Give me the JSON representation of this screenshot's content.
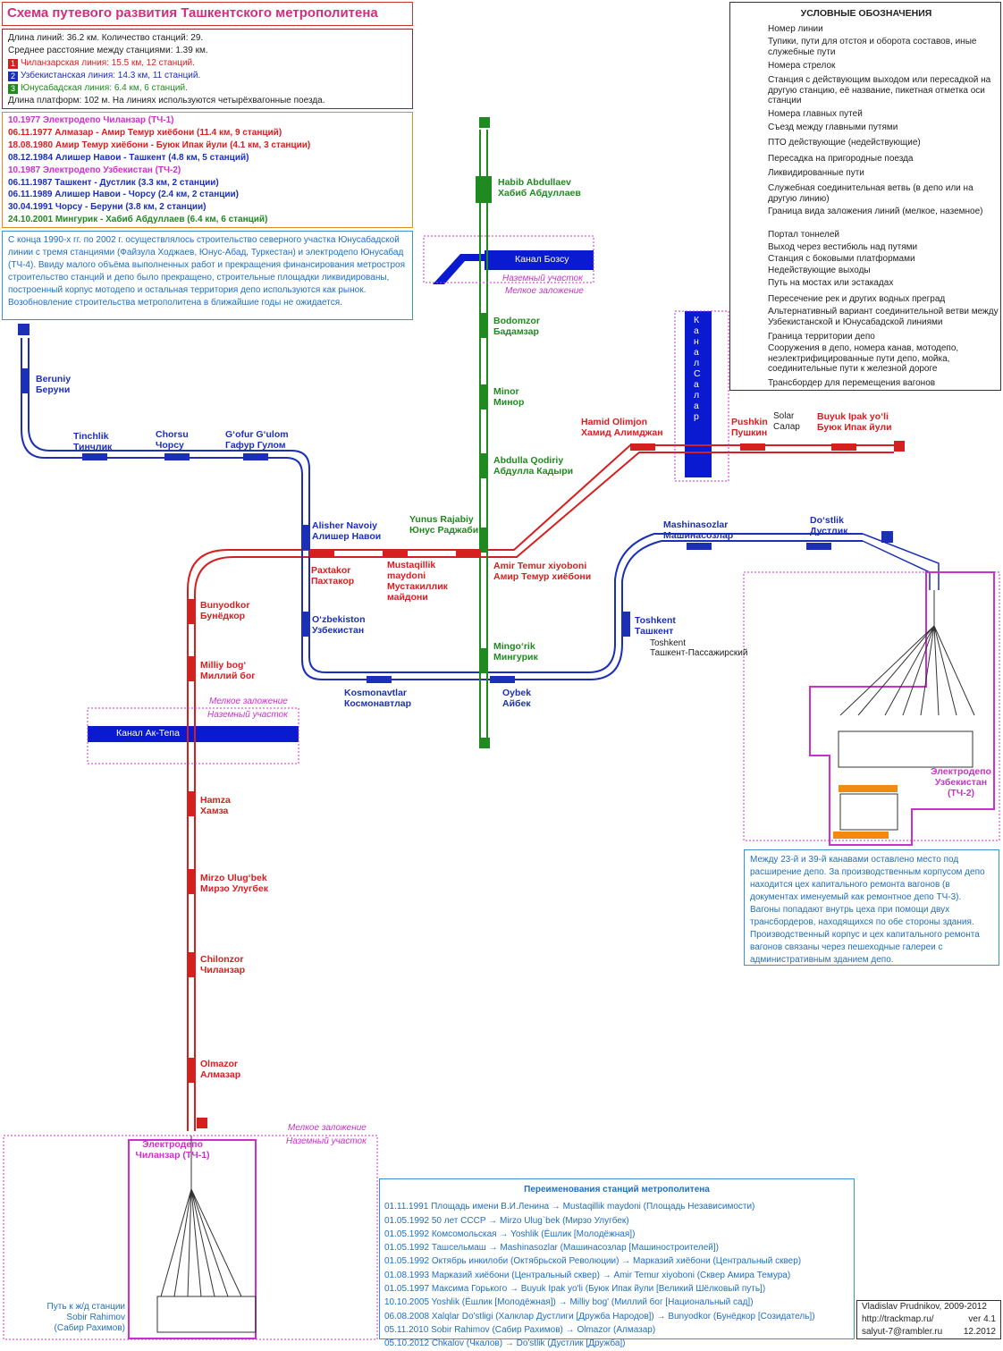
{
  "title": "Схема путевого развития Ташкентского метрополитена",
  "info": {
    "lengths": "Длина линий: 36.2 км. Количество станций: 29.",
    "avg": "Среднее расстояние между станциями: 1.39 км.",
    "line1": "Чиланзарская линия: 15.5 км, 12 станций.",
    "line2": "Узбекистанская линия: 14.3 км, 11 станций.",
    "line3": "Юнусабадская линия: 6.4 км, 6 станций.",
    "platform": "Длина платформ: 102 м. На линиях используются четырёхвагонные поезда.",
    "line1_num": "1",
    "line2_num": "2",
    "line3_num": "3"
  },
  "history": [
    {
      "text": "10.1977 Электродепо Чиланзар (ТЧ-1)",
      "color": "#cc30cc"
    },
    {
      "text": "06.11.1977 Алмазар - Амир Темур хиёбони (11.4 км, 9 станций)",
      "color": "#d52020"
    },
    {
      "text": "18.08.1980 Амир Темур хиёбони - Буюк Ипак йули (4.1 км, 3 станции)",
      "color": "#d52020"
    },
    {
      "text": "08.12.1984 Алишер Навои - Ташкент (4.8 км, 5 станций)",
      "color": "#1b2fb8"
    },
    {
      "text": "10.1987 Электродепо Узбекистан (ТЧ-2)",
      "color": "#cc30cc"
    },
    {
      "text": "06.11.1987 Ташкент - Дустлик (3.3 км, 2 станции)",
      "color": "#1b2fb8"
    },
    {
      "text": "06.11.1989 Алишер Навои - Чорсу (2.4 км, 2 станции)",
      "color": "#1b2fb8"
    },
    {
      "text": "30.04.1991 Чорсу - Беруни (3.8 км, 2 станции)",
      "color": "#1b2fb8"
    },
    {
      "text": "24.10.2001 Мингурик - Хабиб Абдуллаев (6.4 км, 6 станций)",
      "color": "#1f8a1f"
    }
  ],
  "note": "С конца 1990-х гг. по 2002 г. осуществлялось строительство северного участка Юнусабадской линии с тремя станциями (Файзула Ходжаев, Юнус-Абад, Туркестан) и электродепо Юнусабад (ТЧ-4). Ввиду малого объёма выполненных работ и прекращения финансирования метростроя строительство станций и депо было прекращено, строительные площадки ликвидированы, построенный корпус мотодепо и остальная территория депо используются как рынок. Возобновление строительства метрополитена в ближайшие годы не ожидается.",
  "legend": {
    "title": "УСЛОВНЫЕ ОБОЗНАЧЕНИЯ",
    "items": [
      "Номер линии",
      "Тупики, пути для отстоя и оборота составов, иные служебные пути",
      "Номера стрелок",
      "Станция с действующим выходом или пересадкой на другую станцию, её название, пикетная отметка оси станции",
      "Номера главных путей",
      "Съезд между главными путями",
      "ПТО действующие (недействующие)",
      "Пересадка на пригородные поезда",
      "Ликвидированные пути",
      "Служебная соединительная ветвь (в депо или на другую линию)",
      "Граница вида заложения линий (мелкое, наземное)",
      "Портал тоннелей",
      "Выход через вестибюль над путями",
      "Станция с боковыми платформами",
      "Недействующие выходы",
      "Путь на мостах или эстакадах",
      "Пересечение рек и других водных преград",
      "Альтернативный вариант соединительной ветви между Узбекистанской и Юнусабадской линиями",
      "Граница территории депо",
      "Сооружения в депо, номера канав, мотодепо, неэлектрифицированные пути депо, мойка, соединительные пути к железной дороге",
      "Трансбордер для перемещения вагонов"
    ]
  },
  "stations": {
    "habib": {
      "lat": "Habib Abdullaev",
      "cyr": "Хабиб Абдуллаев"
    },
    "bodomzor": {
      "lat": "Bodomzor",
      "cyr": "Бадамзар"
    },
    "minor": {
      "lat": "Minor",
      "cyr": "Минор"
    },
    "abdulla": {
      "lat": "Abdulla Qodiriy",
      "cyr": "Абдулла Кадыри"
    },
    "yunus": {
      "lat": "Yunus Rajabiy",
      "cyr": "Юнус Раджаби"
    },
    "mingorik": {
      "lat": "Mingo‘rik",
      "cyr": "Мингурик"
    },
    "beruniy": {
      "lat": "Beruniy",
      "cyr": "Беруни"
    },
    "tinchlik": {
      "lat": "Tinchlik",
      "cyr": "Тинчлик"
    },
    "chorsu": {
      "lat": "Chorsu",
      "cyr": "Чорсу"
    },
    "gofur": {
      "lat": "G‘ofur G‘ulom",
      "cyr": "Гафур Гулом"
    },
    "alisher": {
      "lat": "Alisher Navoiy",
      "cyr": "Алишер Навои"
    },
    "ozbekiston": {
      "lat": "O‘zbekiston",
      "cyr": "Узбекистан"
    },
    "kosmonavtlar": {
      "lat": "Kosmonavtlar",
      "cyr": "Космонавтлар"
    },
    "oybek": {
      "lat": "Oybek",
      "cyr": "Айбек"
    },
    "toshkent": {
      "lat": "Toshkent",
      "cyr": "Ташкент"
    },
    "mashinasozlar": {
      "lat": "Mashinasozlar",
      "cyr": "Машинасозлар"
    },
    "dostlik": {
      "lat": "Do‘stlik",
      "cyr": "Дустлик"
    },
    "hamid": {
      "lat": "Hamid Olimjon",
      "cyr": "Хамид Алимджан"
    },
    "pushkin": {
      "lat": "Pushkin",
      "cyr": "Пушкин"
    },
    "buyuk": {
      "lat": "Buyuk Ipak yo‘li",
      "cyr": "Буюк Ипак йули"
    },
    "amir": {
      "lat": "Amir Temur xiyoboni",
      "cyr": "Амир Темур хиёбони"
    },
    "mustaqillik": {
      "lat": "Mustaqillik maydoni",
      "cyr": "Мустакиллик майдони"
    },
    "paxtakor": {
      "lat": "Paxtakor",
      "cyr": "Пахтакор"
    },
    "bunyodkor": {
      "lat": "Bunyodkor",
      "cyr": "Бунёдкор"
    },
    "milliy": {
      "lat": "Milliy bog‘",
      "cyr": "Миллий бог"
    },
    "hamza": {
      "lat": "Hamza",
      "cyr": "Хамза"
    },
    "mirzo": {
      "lat": "Mirzo Ulug‘bek",
      "cyr": "Мирзо Улугбек"
    },
    "chilonzor": {
      "lat": "Chilonzor",
      "cyr": "Чиланзар"
    },
    "olmazor": {
      "lat": "Olmazor",
      "cyr": "Алмазар"
    }
  },
  "map_labels": {
    "kanal_bozsu": "Канал Бозсу",
    "kanal_aktepa": "Канал Ак-Тепа",
    "kanal_salar": "Канал Салар",
    "shallow": "Мелкое заложение",
    "ground": "Наземный участок",
    "ground2": "Наземный участок",
    "solar": "Solar Салар",
    "toshkent_rail_1": "Toshkent",
    "toshkent_rail_2": "Ташкент-Пассажирский",
    "depot1": "Электродепо Чиланзар (ТЧ-1)",
    "depot2": "Электродепо Узбекистан (ТЧ-2)",
    "sobir_1": "Путь к ж/д станции",
    "sobir_2": "Sobir Rahimov",
    "sobir_3": "(Сабир Рахимов)",
    "shallow2": "Мелкое заложение",
    "ground3": "Наземный участок"
  },
  "depot_note": "Между 23-й и 39-й канавами оставлено место под расширение депо. За производственным корпусом депо находится цех капитального ремонта вагонов (в документах именуемый как ремонтное депо ТЧ-3). Вагоны попадают внутрь цеха при помощи двух трансбордеров, находящихся по обе стороны здания. Производственный корпус и цех капитального ремонта вагонов связаны через пешеходные галереи с административным зданием депо.",
  "renames": {
    "title": "Переименования станций метрополитена",
    "items": [
      "01.11.1991 Площадь имени В.И.Ленина → Mustaqillik maydoni (Площадь Независимости)",
      "01.05.1992 50 лет СССР → Mirzo Ulug`bek (Мирзо Улугбек)",
      "01.05.1992 Комсомольская → Yoshlik (Ёшлик [Молодёжная])",
      "01.05.1992 Ташсельмаш → Mashinasozlar (Машинасозлар [Машиностроителей])",
      "01.05.1992 Октябрь инкилоби (Октябрьской Революции) → Марказий хиёбони (Центральный сквер)",
      "01.08.1993 Марказий хиёбони (Центральный сквер) → Amir Temur xiyoboni (Сквер Амира Темура)",
      "01.05.1997 Максима Горького → Buyuk Ipak yo'li (Буюк Ипак йули [Великий Шёлковый путь])",
      "10.10.2005 Yoshlik (Ёшлик [Молодёжная]) → Milliy bog' (Миллий бог [Национальный сад])",
      "06.08.2008 Xalqlar Do'stligi (Халклар Дустлиги [Дружба Народов]) → Bunyodkor (Бунёдкор [Созидатель])",
      "05.11.2010 Sobir Rahimov (Сабир Рахимов) → Olmazor (Алмазар)",
      "05.10.2012 Chkalov (Чкалов) → Do'stlik (Дустлик [Дружба])"
    ]
  },
  "author": {
    "name": "Vladislav Prudnikov, 2009-2012",
    "url": "http://trackmap.ru/",
    "email": "salyut-7@rambler.ru",
    "version": "ver  4.1",
    "date": "12.2012"
  },
  "colors": {
    "red": "#d52020",
    "blue": "#1b2fb8",
    "green": "#1f8a1f",
    "magenta": "#cc30cc"
  }
}
